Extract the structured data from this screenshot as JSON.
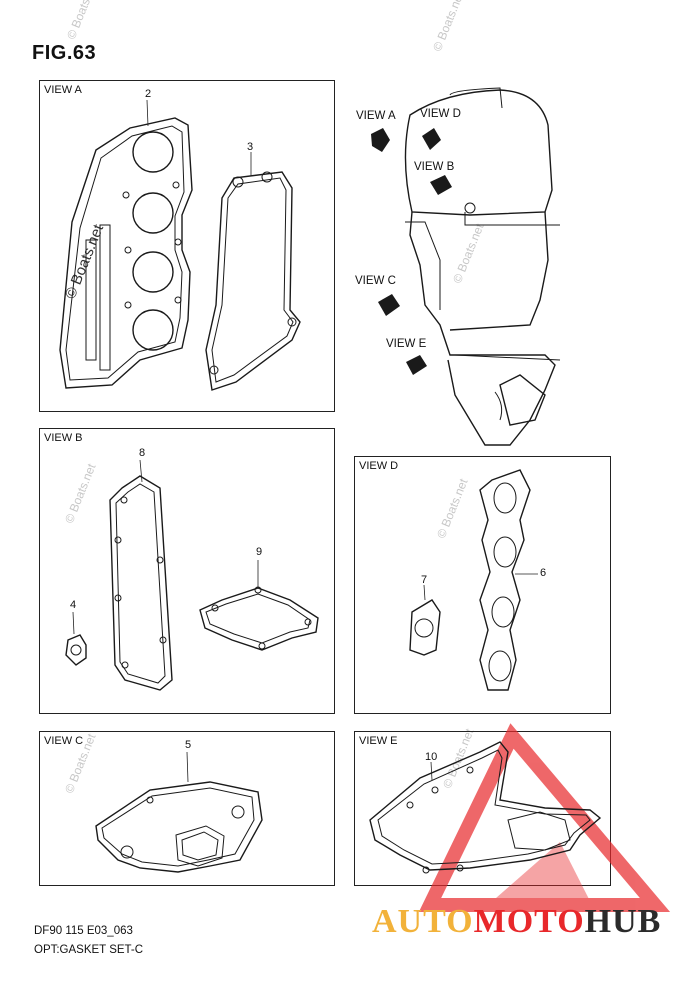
{
  "figure": {
    "title": "FIG.63"
  },
  "views": {
    "a": {
      "label": "VIEW A",
      "callouts": [
        "2",
        "3"
      ]
    },
    "b": {
      "label": "VIEW B",
      "callouts": [
        "8",
        "9",
        "4"
      ]
    },
    "c": {
      "label": "VIEW C",
      "callouts": [
        "5"
      ]
    },
    "d": {
      "label": "VIEW D",
      "callouts": [
        "7",
        "6"
      ]
    },
    "e": {
      "label": "VIEW E",
      "callouts": [
        "10"
      ]
    }
  },
  "engine_arrows": {
    "view_a": "VIEW A",
    "view_d": "VIEW D",
    "view_b": "VIEW B",
    "view_c": "VIEW C",
    "view_e": "VIEW E"
  },
  "footer": {
    "code": "DF90 115 E03_063",
    "name": "OPT:GASKET SET-C"
  },
  "watermark": {
    "copyright": "© Boats.net",
    "brand_part1": "AUTO",
    "brand_part2": "MOTO",
    "brand_part3": "HUB",
    "brand_colors": {
      "red": "#e8282b",
      "yellow": "#f2b23a",
      "dark": "#2b2b2b"
    }
  }
}
